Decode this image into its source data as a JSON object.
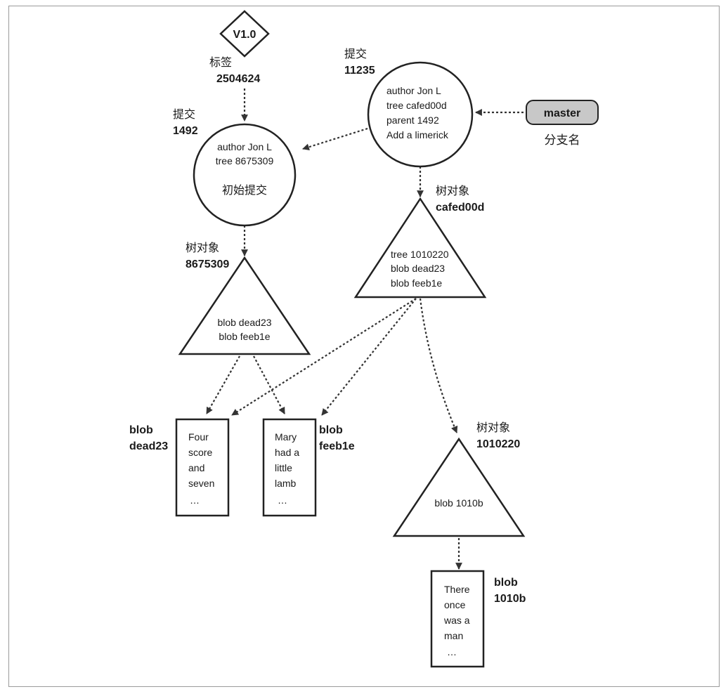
{
  "tag": {
    "name": "V1.0",
    "kind": "标签",
    "id": "2504624"
  },
  "commit_root": {
    "kind": "提交",
    "id": "1492",
    "lines": [
      "author Jon L",
      "tree 8675309"
    ],
    "message": "初始提交"
  },
  "commit_head": {
    "kind": "提交",
    "id": "11235",
    "lines": [
      "author Jon L",
      "tree cafed00d",
      "parent 1492",
      "Add a limerick"
    ]
  },
  "branch": {
    "name": "master",
    "caption": "分支名"
  },
  "tree_root": {
    "kind": "树对象",
    "id": "8675309",
    "lines": [
      "blob dead23",
      "blob feeb1e"
    ]
  },
  "tree_head": {
    "kind": "树对象",
    "id": "cafed00d",
    "lines": [
      "tree 1010220",
      "blob dead23",
      "blob feeb1e"
    ]
  },
  "tree_sub": {
    "kind": "树对象",
    "id": "1010220",
    "lines": [
      "blob 1010b"
    ]
  },
  "blob_dead23": {
    "label_line1": "blob",
    "label_line2": "dead23",
    "content": [
      "Four",
      "score",
      "and",
      "seven",
      "…"
    ]
  },
  "blob_feeb1e": {
    "label_line1": "blob",
    "label_line2": "feeb1e",
    "content": [
      "Mary",
      "had a",
      "little",
      "lamb",
      "…"
    ]
  },
  "blob_1010b": {
    "label_line1": "blob",
    "label_line2": "1010b",
    "content": [
      "There",
      "once",
      "was a",
      "man",
      "…"
    ]
  }
}
